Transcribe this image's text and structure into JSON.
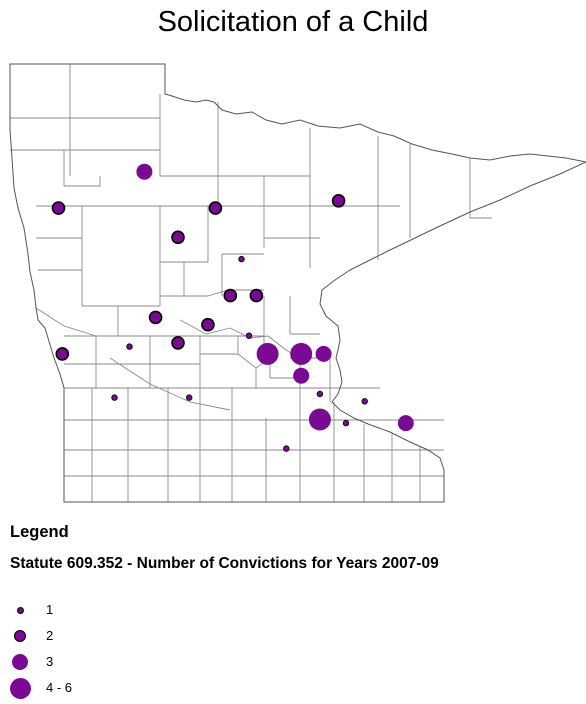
{
  "title": "Solicitation of a Child",
  "legend": {
    "heading": "Legend",
    "subtitle": "Statute 609.352 - Number of Convictions for Years 2007-09",
    "items": [
      {
        "label": "1",
        "size_class": 1
      },
      {
        "label": "2",
        "size_class": 2
      },
      {
        "label": "3",
        "size_class": 3
      },
      {
        "label": "4 - 6",
        "size_class": 4
      }
    ]
  },
  "colors": {
    "symbol_fill": "#7a0a93",
    "symbol_outline": "#000000",
    "boundary": "#8a8a8a",
    "state_outline": "#555555"
  },
  "map_points": [
    {
      "lon": -95.4,
      "lat": 47.9,
      "class": 3
    },
    {
      "lon": -96.55,
      "lat": 47.4,
      "class": 2
    },
    {
      "lon": -94.45,
      "lat": 47.4,
      "class": 2
    },
    {
      "lon": -92.8,
      "lat": 47.5,
      "class": 2
    },
    {
      "lon": -94.95,
      "lat": 47.0,
      "class": 2
    },
    {
      "lon": -94.1,
      "lat": 46.7,
      "class": 1
    },
    {
      "lon": -94.25,
      "lat": 46.2,
      "class": 2
    },
    {
      "lon": -93.9,
      "lat": 46.2,
      "class": 2
    },
    {
      "lon": -95.25,
      "lat": 45.9,
      "class": 2
    },
    {
      "lon": -94.55,
      "lat": 45.8,
      "class": 2
    },
    {
      "lon": -94.0,
      "lat": 45.65,
      "class": 1
    },
    {
      "lon": -94.95,
      "lat": 45.55,
      "class": 2
    },
    {
      "lon": -95.6,
      "lat": 45.5,
      "class": 1
    },
    {
      "lon": -96.5,
      "lat": 45.4,
      "class": 2
    },
    {
      "lon": -93.75,
      "lat": 45.4,
      "class": 4
    },
    {
      "lon": -93.3,
      "lat": 45.4,
      "class": 4
    },
    {
      "lon": -93.0,
      "lat": 45.4,
      "class": 3
    },
    {
      "lon": -93.3,
      "lat": 45.1,
      "class": 3
    },
    {
      "lon": -93.05,
      "lat": 44.85,
      "class": 1
    },
    {
      "lon": -95.8,
      "lat": 44.8,
      "class": 1
    },
    {
      "lon": -94.8,
      "lat": 44.8,
      "class": 1
    },
    {
      "lon": -92.45,
      "lat": 44.75,
      "class": 1
    },
    {
      "lon": -93.05,
      "lat": 44.5,
      "class": 4
    },
    {
      "lon": -92.7,
      "lat": 44.45,
      "class": 1
    },
    {
      "lon": -91.9,
      "lat": 44.45,
      "class": 3
    },
    {
      "lon": -93.5,
      "lat": 44.1,
      "class": 1
    }
  ]
}
